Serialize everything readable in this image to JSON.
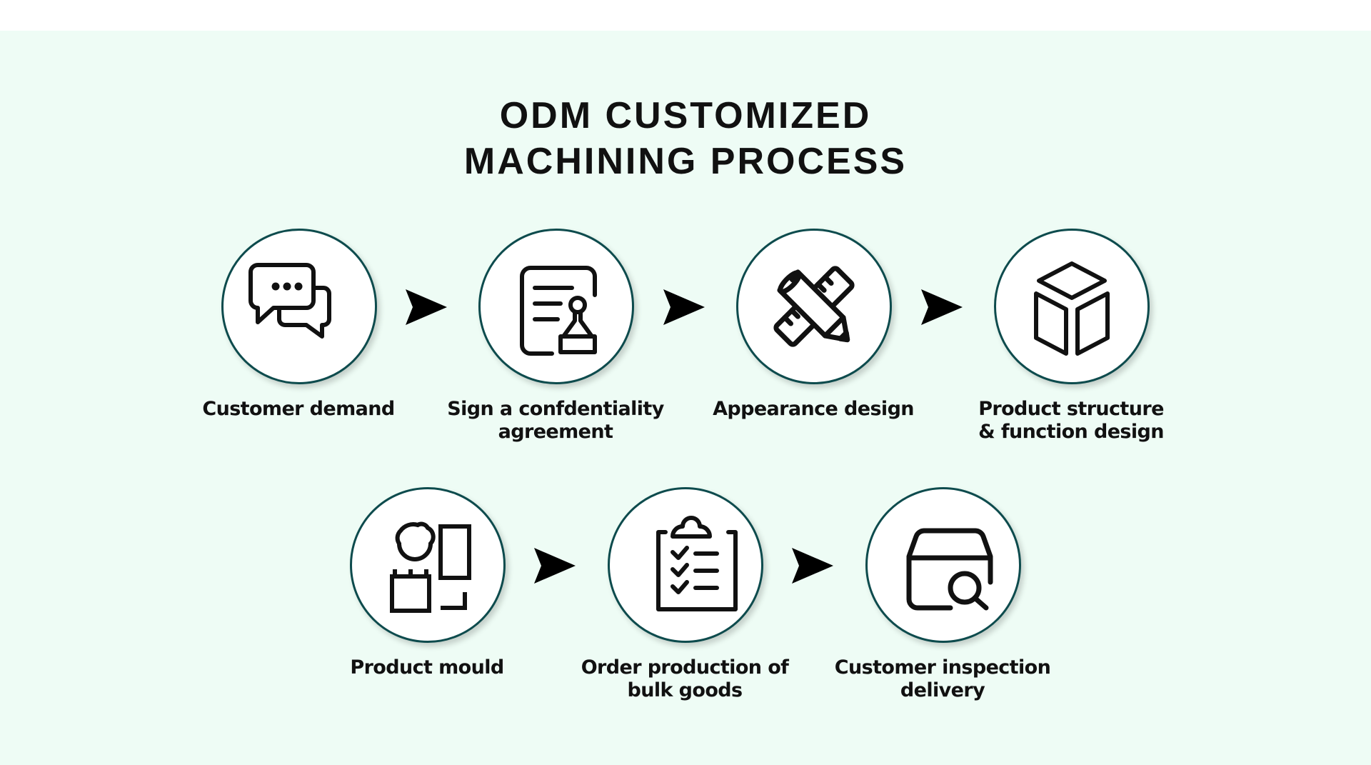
{
  "title": {
    "line1": "ODM CUSTOMIZED",
    "line2": "MACHINING PROCESS"
  },
  "colors": {
    "background": "#eefcf5",
    "circle_border": "#0d4b4d",
    "icon": "#111111",
    "text": "#111111"
  },
  "steps": [
    {
      "icon": "chat-bubbles-icon",
      "label_lines": [
        "Customer demand"
      ]
    },
    {
      "icon": "document-stamp-icon",
      "label_lines": [
        "Sign a confdentiality",
        "agreement"
      ]
    },
    {
      "icon": "pencil-ruler-icon",
      "label_lines": [
        "Appearance design"
      ]
    },
    {
      "icon": "cube-icon",
      "label_lines": [
        "Product structure",
        "& function design"
      ]
    },
    {
      "icon": "mould-parts-icon",
      "label_lines": [
        "Product mould"
      ]
    },
    {
      "icon": "clipboard-checklist-icon",
      "label_lines": [
        "Order production of",
        "bulk goods"
      ]
    },
    {
      "icon": "box-search-icon",
      "label_lines": [
        "Customer inspection",
        "delivery"
      ]
    }
  ],
  "arrows": [
    "arrow-right-icon",
    "arrow-right-icon",
    "arrow-right-icon",
    "arrow-right-icon",
    "arrow-right-icon"
  ]
}
